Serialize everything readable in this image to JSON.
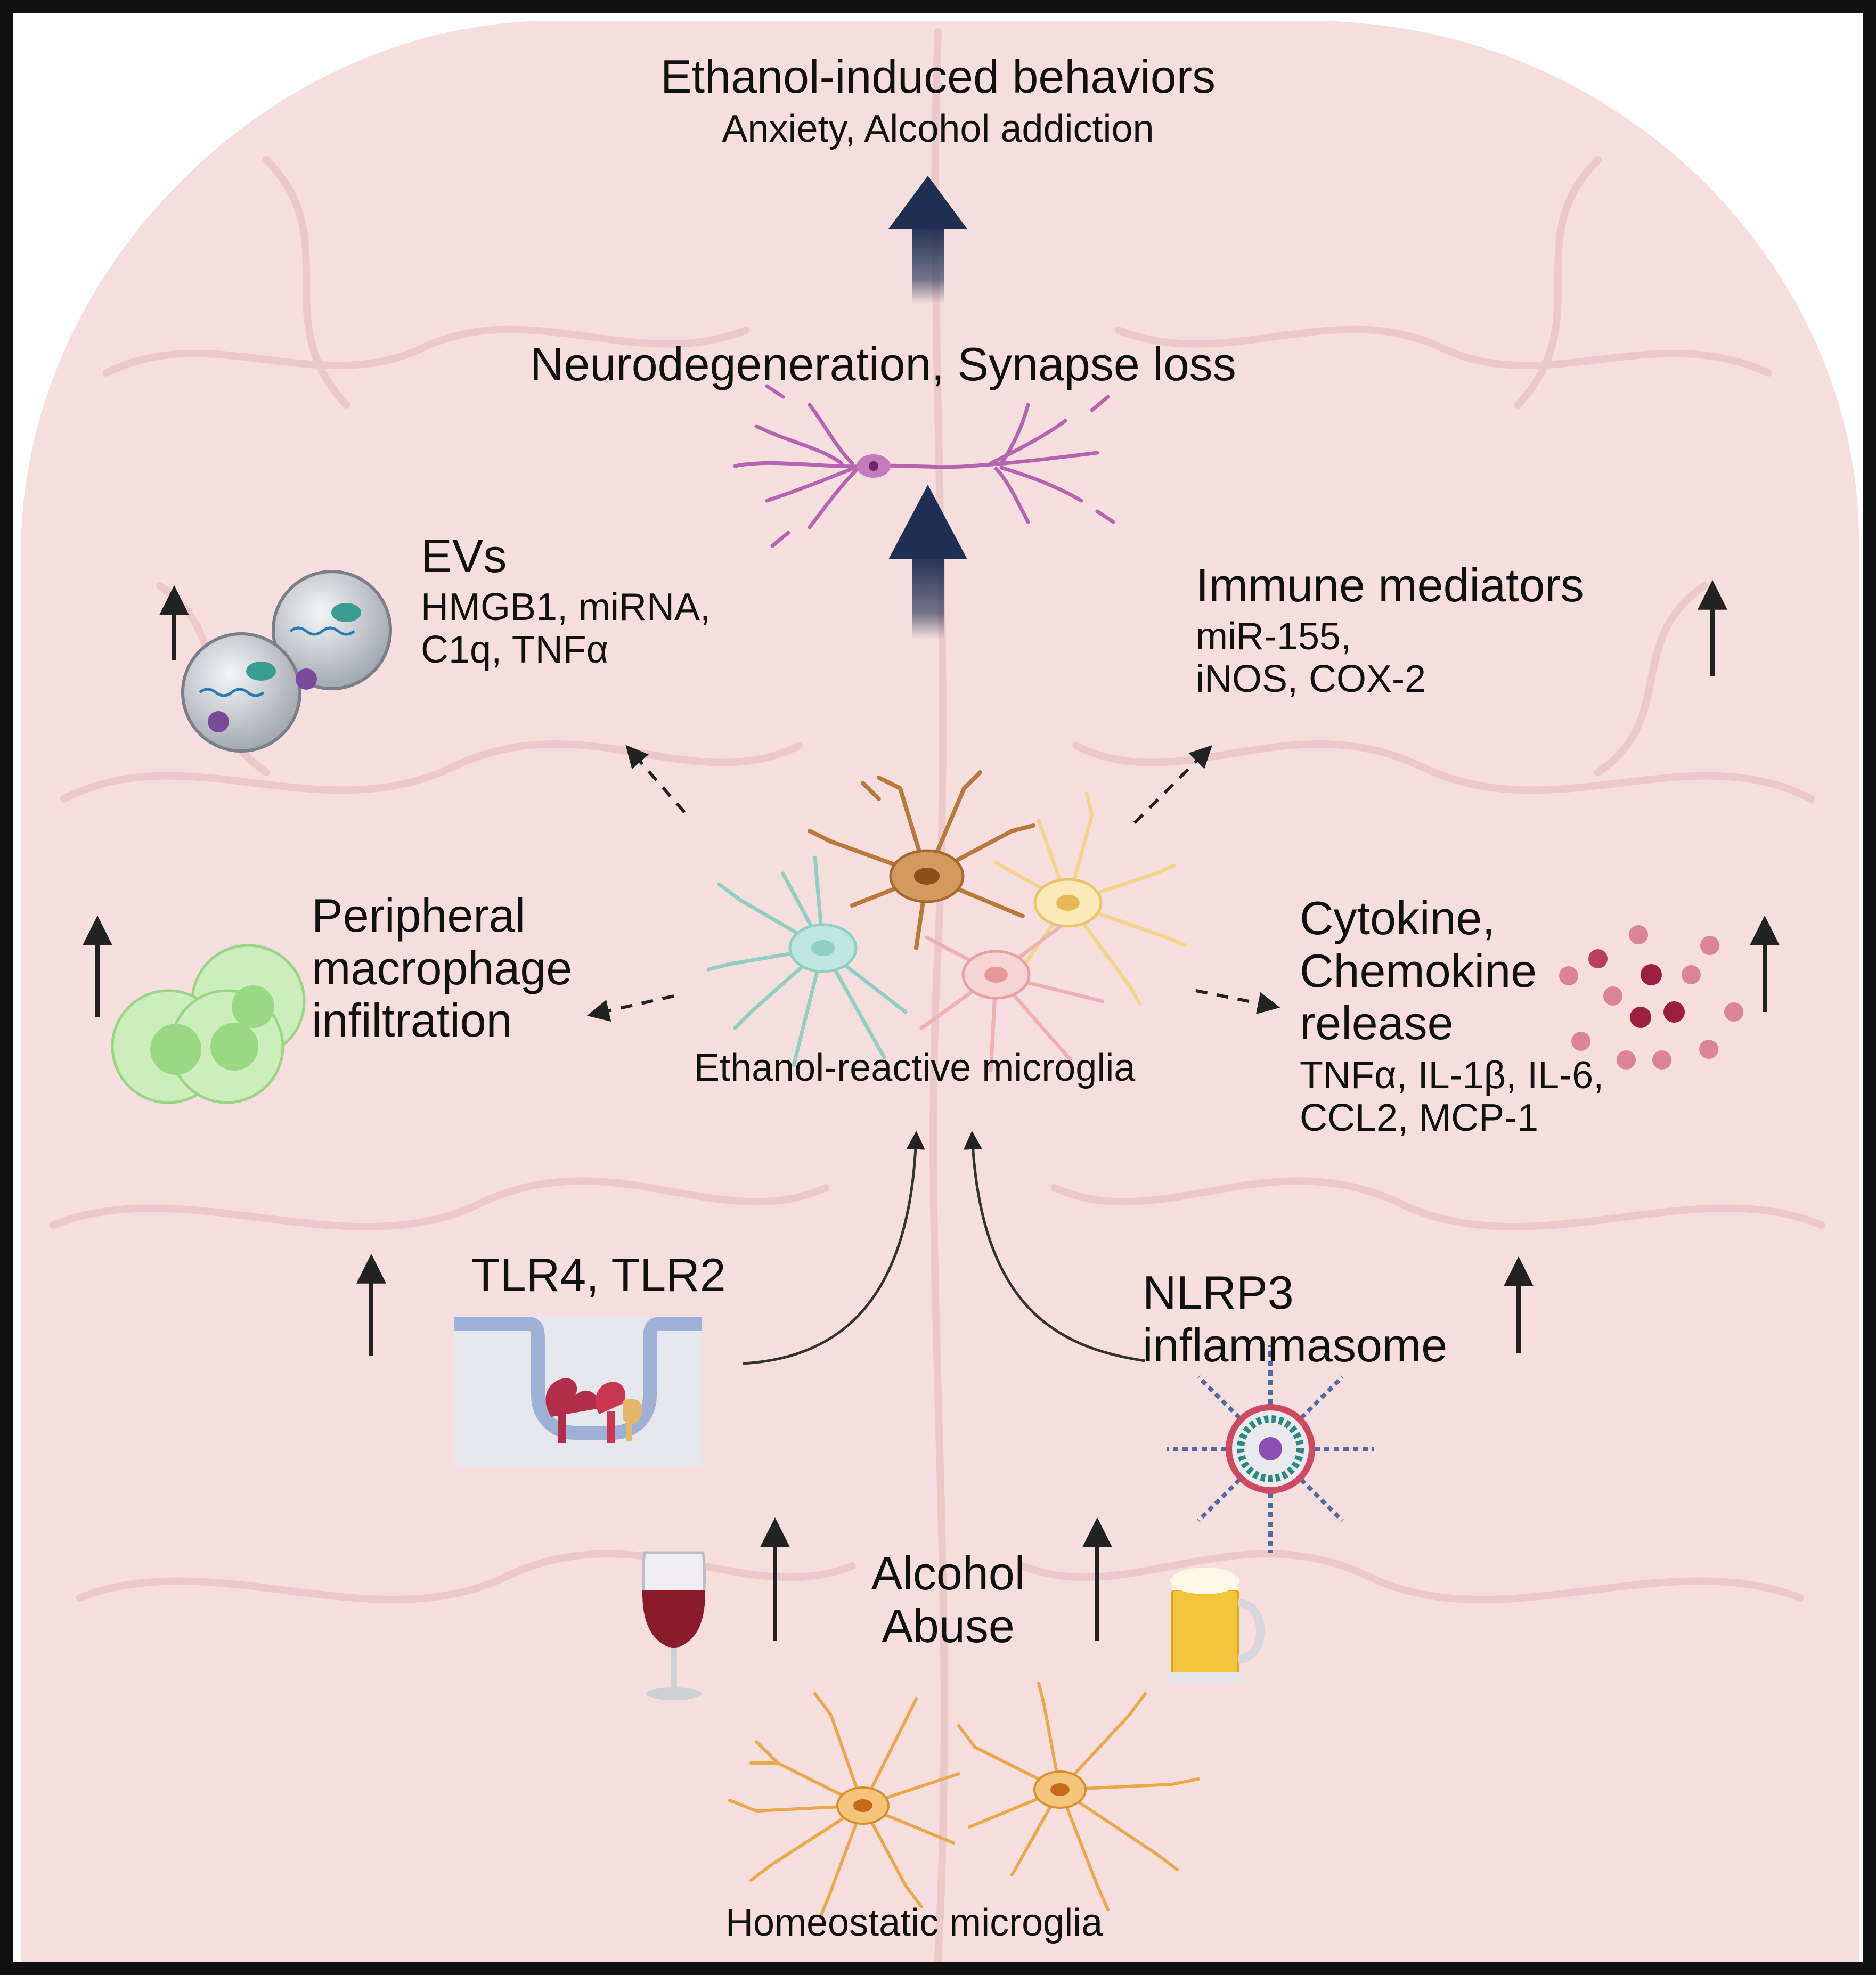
{
  "top": {
    "title": "Ethanol-induced behaviors",
    "subtitle": "Anxiety, Alcohol addiction"
  },
  "neuro": {
    "title": "Neurodegeneration, Synapse loss"
  },
  "evs": {
    "title": "EVs",
    "line1": "HMGB1, miRNA,",
    "line2": "C1q, TNFα"
  },
  "immune": {
    "title": "Immune mediators",
    "line1": "miR-155,",
    "line2": "iNOS, COX-2"
  },
  "macrophage": {
    "line1": "Peripheral",
    "line2": "macrophage",
    "line3": "infiltration"
  },
  "cytokine": {
    "line1": "Cytokine,",
    "line2": "Chemokine",
    "line3": "release",
    "line4": "TNFα, IL-1β, IL-6,",
    "line5": "CCL2, MCP-1"
  },
  "center": {
    "label": "Ethanol-reactive microglia"
  },
  "tlr": {
    "title": "TLR4, TLR2"
  },
  "nlrp3": {
    "line1": "NLRP3",
    "line2": "inflammasome"
  },
  "alcohol": {
    "line1": "Alcohol",
    "line2": "Abuse"
  },
  "bottom": {
    "label": "Homeostatic microglia"
  },
  "colors": {
    "frame": "#111111",
    "brain": "#f6dede",
    "brain_lines": "#ead0d0",
    "big_arrow": "#1f2f52",
    "neuron": "#b565b0",
    "vesicle": "#b8bcc4",
    "macrophage": "#b9e3a4",
    "cytokine_dark": "#9b1f3e",
    "cytokine_light": "#d9849a",
    "microglia_teal": "#8fcfc4",
    "microglia_brown": "#b87a3a",
    "microglia_yellow": "#f0d58a",
    "microglia_pink": "#eeb0b0",
    "homeostatic": "#e9a94a",
    "wine": "#8b1a2a",
    "beer": "#f2c53a"
  }
}
